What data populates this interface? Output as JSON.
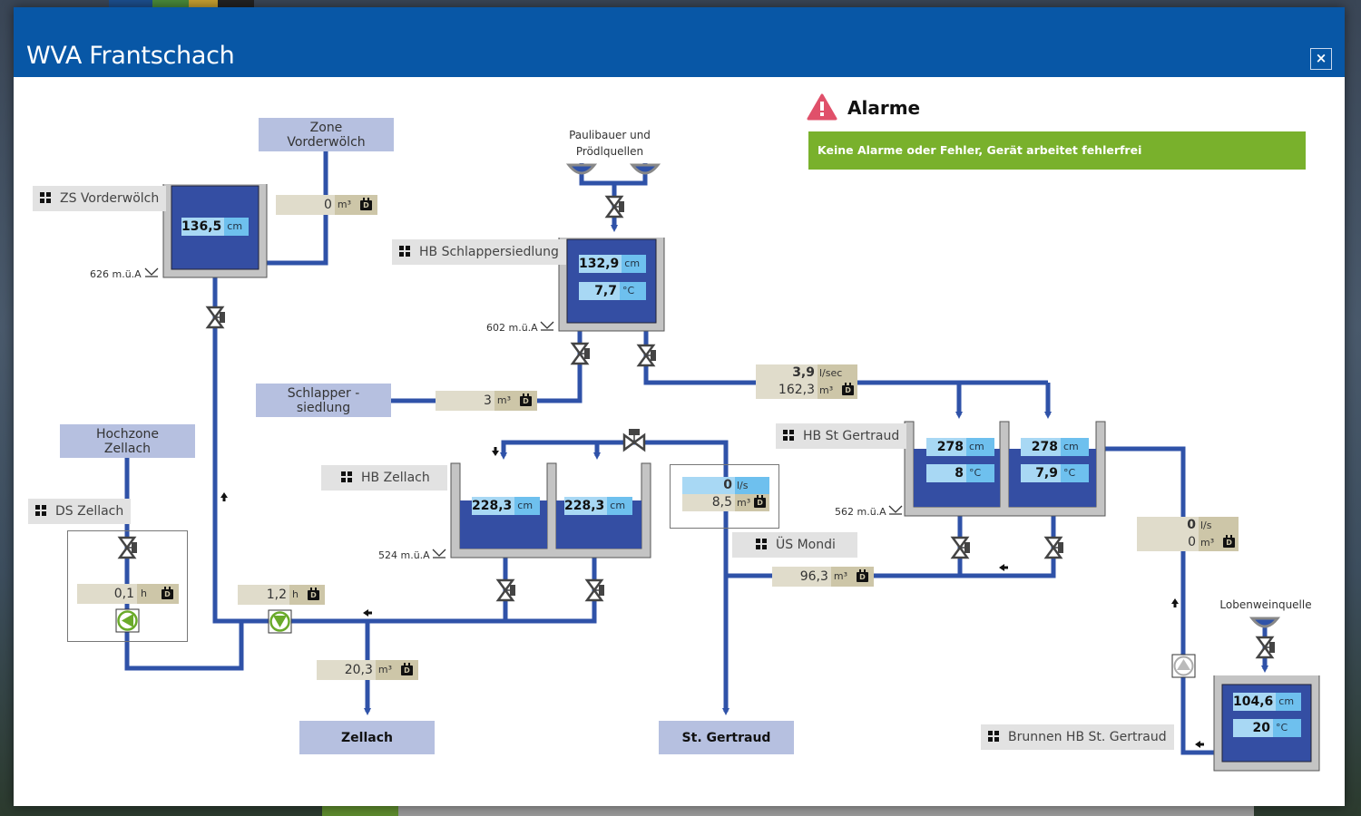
{
  "window": {
    "title": "WVA Frantschach",
    "close_label": "×"
  },
  "alarms": {
    "title": "Alarme",
    "icon": "warning-triangle-icon",
    "status_text": "Keine Alarme oder Fehler, Gerät arbeitet fehlerfrei",
    "status_color": "#79b12c"
  },
  "zones": {
    "vorderwoelch": "Zone\nVorderwölch",
    "schlappersiedlung": "Schlapper -\nsiedlung",
    "hochzone_zellach": "Hochzone\nZellach",
    "zellach": "Zellach",
    "st_gertraud": "St. Gertraud"
  },
  "sources": {
    "paulibauer": "Paulibauer und\nPrödlquellen",
    "lobenwein": "Lobenweinquelle"
  },
  "stations": {
    "zs_vorderwoelch": {
      "name": "ZS Vorderwölch",
      "elevation": "626 m.ü.A",
      "level": "136,5",
      "level_unit": "cm"
    },
    "hb_schlappersiedlung": {
      "name": "HB Schlappersiedlung",
      "elevation": "602 m.ü.A",
      "level": "132,9",
      "level_unit": "cm",
      "temp": "7,7",
      "temp_unit": "°C"
    },
    "hb_zellach": {
      "name": "HB Zellach",
      "elevation": "524 m.ü.A",
      "chamber1_level": "228,3",
      "chamber2_level": "228,3",
      "level_unit": "cm"
    },
    "ds_zellach": {
      "name": "DS Zellach",
      "runtime": "0,1",
      "runtime_unit": "h"
    },
    "hb_st_gertraud": {
      "name": "HB St Gertraud",
      "elevation": "562 m.ü.A",
      "chamber1_level": "278",
      "chamber1_temp": "8",
      "chamber2_level": "278",
      "chamber2_temp": "7,9",
      "level_unit": "cm",
      "temp_unit": "°C"
    },
    "us_mondi": {
      "name": "ÜS Mondi",
      "flow": "0",
      "flow_unit": "l/s",
      "volume": "8,5",
      "volume_unit": "m³"
    },
    "brunnen_hb_st_gertraud": {
      "name": "Brunnen HB St. Gertraud",
      "level": "104,6",
      "level_unit": "cm",
      "temp": "20",
      "temp_unit": "°C"
    }
  },
  "meters": {
    "vorderwoelch_out": {
      "value": "0",
      "unit": "m³"
    },
    "schlappersiedlung_out": {
      "value": "3",
      "unit": "m³"
    },
    "pump_zellach": {
      "value": "1,2",
      "unit": "h"
    },
    "zellach_out": {
      "value": "20,3",
      "unit": "m³"
    },
    "gertraud_in": {
      "flow": "3,9",
      "flow_unit": "l/sec",
      "volume": "162,3",
      "volume_unit": "m³"
    },
    "gertraud_out": {
      "value": "96,3",
      "unit": "m³"
    },
    "brunnen_out": {
      "flow": "0",
      "flow_unit": "l/s",
      "volume": "0",
      "volume_unit": "m³"
    }
  },
  "icons": {
    "calendar": "D"
  }
}
